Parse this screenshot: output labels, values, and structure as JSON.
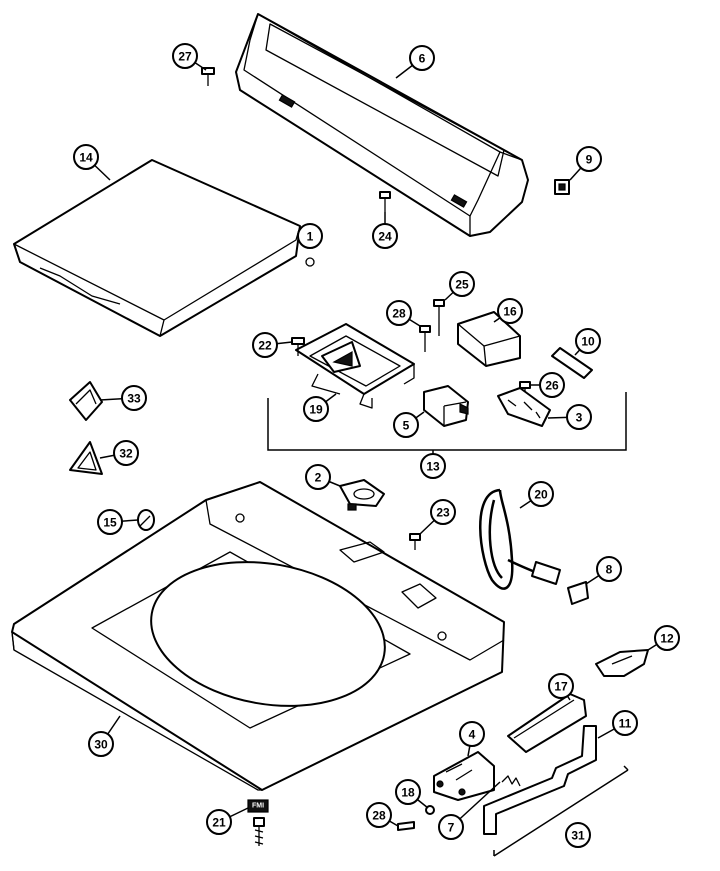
{
  "callouts": [
    {
      "label": "27"
    },
    {
      "label": "6"
    },
    {
      "label": "14"
    },
    {
      "label": "9"
    },
    {
      "label": "1"
    },
    {
      "label": "24"
    },
    {
      "label": "25"
    },
    {
      "label": "28"
    },
    {
      "label": "16"
    },
    {
      "label": "22"
    },
    {
      "label": "10"
    },
    {
      "label": "26"
    },
    {
      "label": "33"
    },
    {
      "label": "19"
    },
    {
      "label": "5"
    },
    {
      "label": "3"
    },
    {
      "label": "32"
    },
    {
      "label": "13"
    },
    {
      "label": "2"
    },
    {
      "label": "20"
    },
    {
      "label": "15"
    },
    {
      "label": "23"
    },
    {
      "label": "8"
    },
    {
      "label": "12"
    },
    {
      "label": "17"
    },
    {
      "label": "11"
    },
    {
      "label": "4"
    },
    {
      "label": "30"
    },
    {
      "label": "18"
    },
    {
      "label": "21"
    },
    {
      "label": "28"
    },
    {
      "label": "7"
    },
    {
      "label": "31"
    }
  ],
  "parts": {
    "fuse_tag": "FMI"
  },
  "icons": {
    "panel": "control-panel-housing-icon",
    "lid": "lid-icon",
    "top": "washer-top-cover-icon",
    "cord": "power-cord-icon"
  }
}
